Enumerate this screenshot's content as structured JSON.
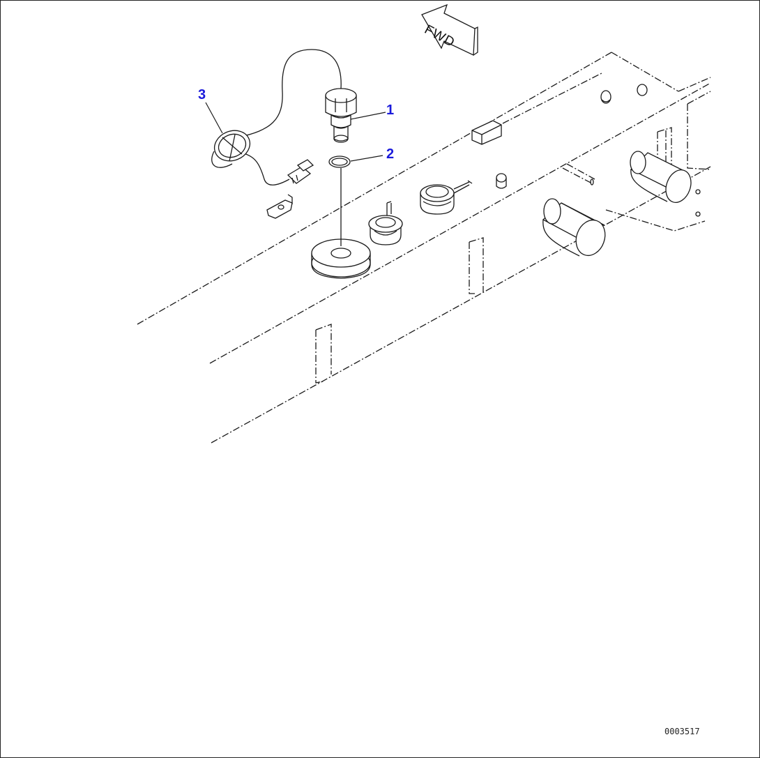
{
  "callouts": [
    {
      "id": "1",
      "label": "1"
    },
    {
      "id": "2",
      "label": "2"
    },
    {
      "id": "3",
      "label": "3"
    }
  ],
  "direction_arrow": {
    "label": "FWD"
  },
  "drawing_code": "0003517",
  "colors": {
    "callout_text": "#1a1adb",
    "line_art": "#1a1a1a",
    "background": "#ffffff"
  }
}
